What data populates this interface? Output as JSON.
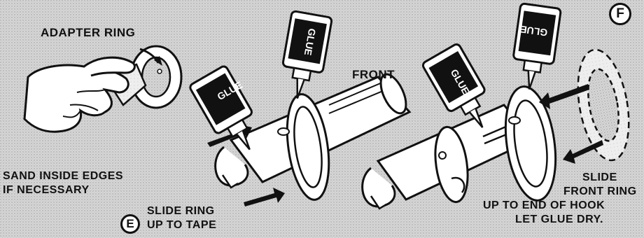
{
  "labels": {
    "adapter_ring": "ADAPTER RING",
    "sand_line1": "SAND INSIDE EDGES",
    "sand_line2": "IF NECESSARY",
    "front": "FRONT",
    "slide_ring_line1": "SLIDE RING",
    "slide_ring_line2": "UP TO TAPE",
    "slide_front_line1": "SLIDE",
    "slide_front_line2": "FRONT RING",
    "slide_front_line3": "UP TO END OF HOOK",
    "slide_front_line4": "LET GLUE DRY.",
    "glue": "GLUE"
  },
  "steps": {
    "step_e": "E",
    "step_f": "F"
  }
}
